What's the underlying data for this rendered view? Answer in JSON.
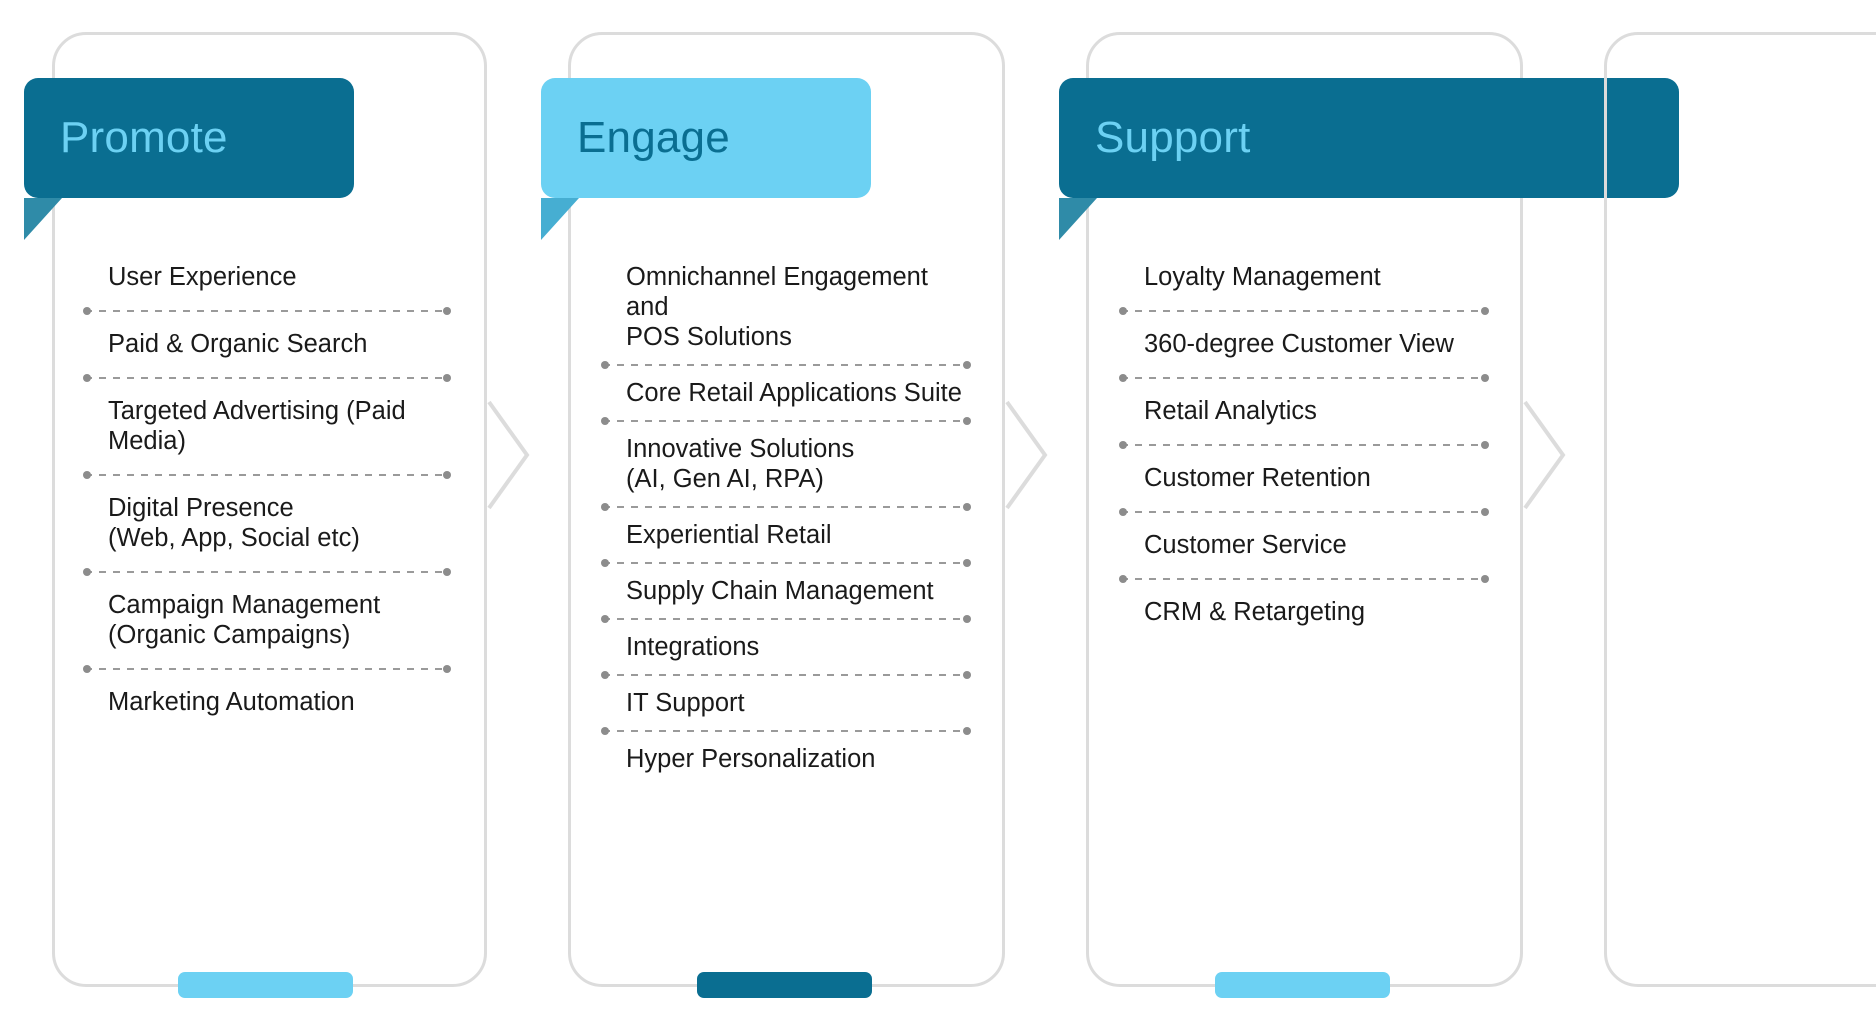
{
  "diagram": {
    "type": "three-stage-process",
    "colors": {
      "dark_teal": "#0a6e91",
      "light_blue": "#6cd1f3",
      "fold_dark": "#2f8ba8",
      "fold_light": "#46aed2",
      "card_border": "#dcdcdc",
      "divider": "#9a9a9a",
      "text": "#1a1a1a"
    },
    "columns": [
      {
        "id": "promote",
        "title": "Promote",
        "header_style": "dark",
        "bottom_tab_style": "light",
        "items": [
          "User Experience",
          "Paid & Organic Search",
          "Targeted Advertising (Paid Media)",
          "Digital Presence\n(Web, App, Social etc)",
          "Campaign Management\n(Organic Campaigns)",
          "Marketing Automation"
        ]
      },
      {
        "id": "engage",
        "title": "Engage",
        "header_style": "light",
        "bottom_tab_style": "dark",
        "items": [
          "Omnichannel Engagement and\nPOS Solutions",
          "Core Retail Applications Suite",
          "Innovative Solutions\n(AI, Gen AI, RPA)",
          "Experiential Retail",
          "Supply Chain Management",
          "Integrations",
          "IT Support",
          "Hyper Personalization"
        ]
      },
      {
        "id": "support",
        "title": "Support",
        "header_style": "dark",
        "bottom_tab_style": "light",
        "items": [
          "Loyalty Management",
          "360-degree Customer View",
          "Retail Analytics",
          "Customer Retention",
          "Customer Service",
          "CRM & Retargeting"
        ]
      }
    ],
    "connectors": [
      {
        "name": "chevron-promote-to-engage"
      },
      {
        "name": "chevron-engage-to-support"
      },
      {
        "name": "chevron-support-to-next"
      }
    ]
  }
}
